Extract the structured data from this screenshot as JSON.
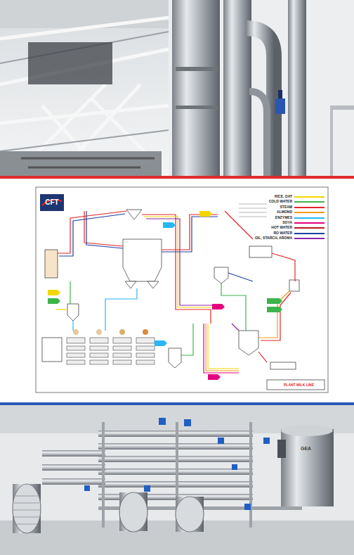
{
  "diagram": {
    "labels": [
      "CFT",
      "PLANT MILK LINE",
      "GEA"
    ],
    "legend": [
      {
        "text": "RICE, OAT",
        "color": "#f2d600"
      },
      {
        "text": "COLD WATER",
        "color": "#3cb44b"
      },
      {
        "text": "STEAM",
        "color": "#e3262a"
      },
      {
        "text": "ALMOND",
        "color": "#f39c12"
      },
      {
        "text": "ENZYMES",
        "color": "#29b6f6"
      },
      {
        "text": "SOYA",
        "color": "#e5007e"
      },
      {
        "text": "HOT WATER",
        "color": "#b71c1c"
      },
      {
        "text": "RO WATER",
        "color": "#1e3fa0"
      },
      {
        "text": "OIL, STARCH, AROMA",
        "color": "#8e24aa"
      }
    ]
  }
}
